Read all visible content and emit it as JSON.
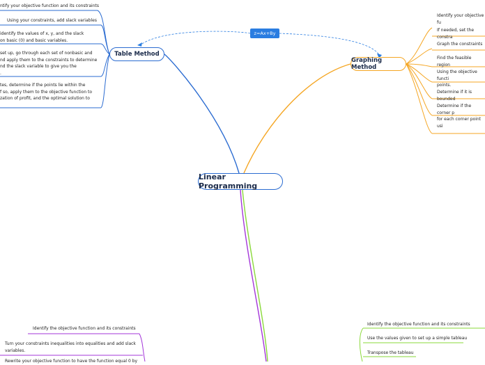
{
  "central": {
    "label": "Linear Programming"
  },
  "relationship": {
    "label": "z=Ax+By"
  },
  "table_method": {
    "label": "Table Method",
    "items": [
      "ntify your objective function and its constraints",
      "Using your constraints, add slack variables",
      "identify the values of x, y, and the slack\non basic (0) and basic variables.",
      "set up, go through each set of nonbasic and\nnd apply them to the constraints to determine\nnd the slack variable to give you the\n.",
      "tes, determine if the points lie within the\nf so, apply them to the objective function to\nzation of profit, and the optimal solution to"
    ]
  },
  "graphing_method": {
    "label": "Graphing Method",
    "items": [
      "Identify your objective fu",
      "If needed, set the constra",
      "Graph the constraints",
      "Find the feasible region",
      "Using the objective functi\npoints.",
      "Determine if it is bounded",
      "Determine if the corner p\nfor each corner point usi"
    ]
  },
  "simplex_left": {
    "items": [
      "Identify the objective function and its constraints",
      "Turn your constraints inequalities into equalities and add slack\nvariables.",
      "Rewrite your objective function to have the function equal 0 by"
    ]
  },
  "simplex_right": {
    "items": [
      "Identify the objective function and its constraints",
      "Use the values given to set up a simple tableau",
      "Transpose the tableau"
    ]
  },
  "colors": {
    "table": "#2a6bd1",
    "graphing": "#f5a623",
    "simplex_left": "#a335d9",
    "simplex_right": "#8ad83a",
    "formula_bg": "#2a7de1"
  }
}
